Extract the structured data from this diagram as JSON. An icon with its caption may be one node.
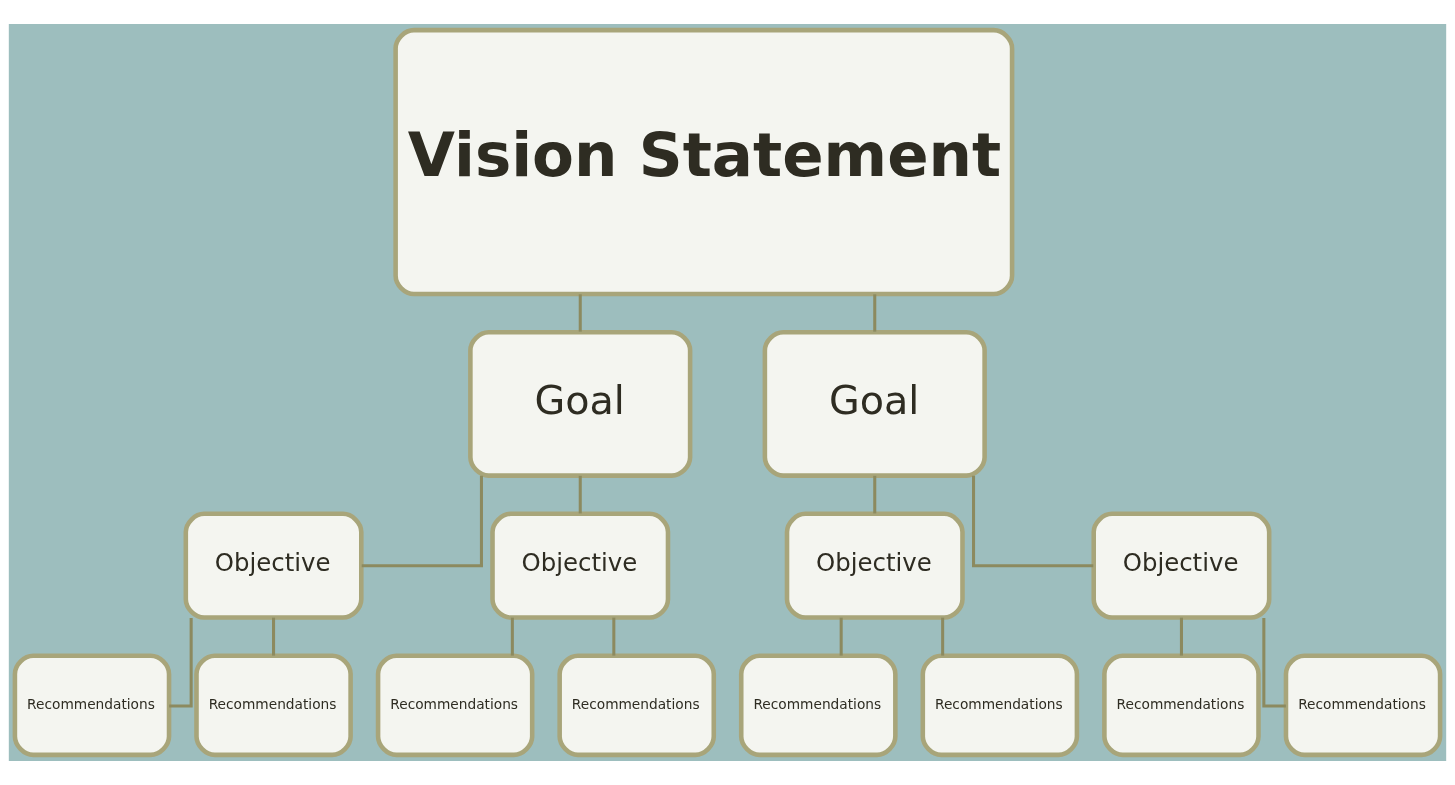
{
  "diagram": {
    "nodes": [
      {
        "text": [
          "Vision Statement"
        ]
      },
      {
        "text": [
          "Goal"
        ]
      },
      {
        "text": [
          "Goal"
        ]
      },
      {
        "text": [
          "Objective"
        ]
      },
      {
        "text": [
          "Objective"
        ]
      },
      {
        "text": [
          "Objective"
        ]
      },
      {
        "text": [
          "Objective"
        ]
      },
      {
        "text": [
          "Recommendations"
        ]
      },
      {
        "text": [
          "Recommendations"
        ]
      },
      {
        "text": [
          "Recommendations"
        ]
      },
      {
        "text": [
          "Recommendations"
        ]
      },
      {
        "text": [
          "Recommendations"
        ]
      },
      {
        "text": [
          "Recommendations"
        ]
      },
      {
        "text": [
          "Recommendations"
        ]
      },
      {
        "text": [
          "Recommendations"
        ]
      }
    ],
    "edges": [
      {
        "from": 0,
        "to": 1,
        "arrow": "none"
      },
      {
        "from": 0,
        "to": 2,
        "arrow": "none"
      },
      {
        "from": 1,
        "to": 3,
        "arrow": "none"
      },
      {
        "from": 1,
        "to": 4,
        "arrow": "none"
      },
      {
        "from": 2,
        "to": 5,
        "arrow": "none"
      },
      {
        "from": 2,
        "to": 6,
        "arrow": "none"
      },
      {
        "from": 3,
        "to": 7,
        "arrow": "none"
      },
      {
        "from": 3,
        "to": 8,
        "arrow": "none"
      },
      {
        "from": 4,
        "to": 9,
        "arrow": "none"
      },
      {
        "from": 4,
        "to": 10,
        "arrow": "none"
      },
      {
        "from": 5,
        "to": 11,
        "arrow": "none"
      },
      {
        "from": 5,
        "to": 12,
        "arrow": "none"
      },
      {
        "from": 6,
        "to": 13,
        "arrow": "none"
      },
      {
        "from": 6,
        "to": 14,
        "arrow": "none"
      }
    ]
  }
}
